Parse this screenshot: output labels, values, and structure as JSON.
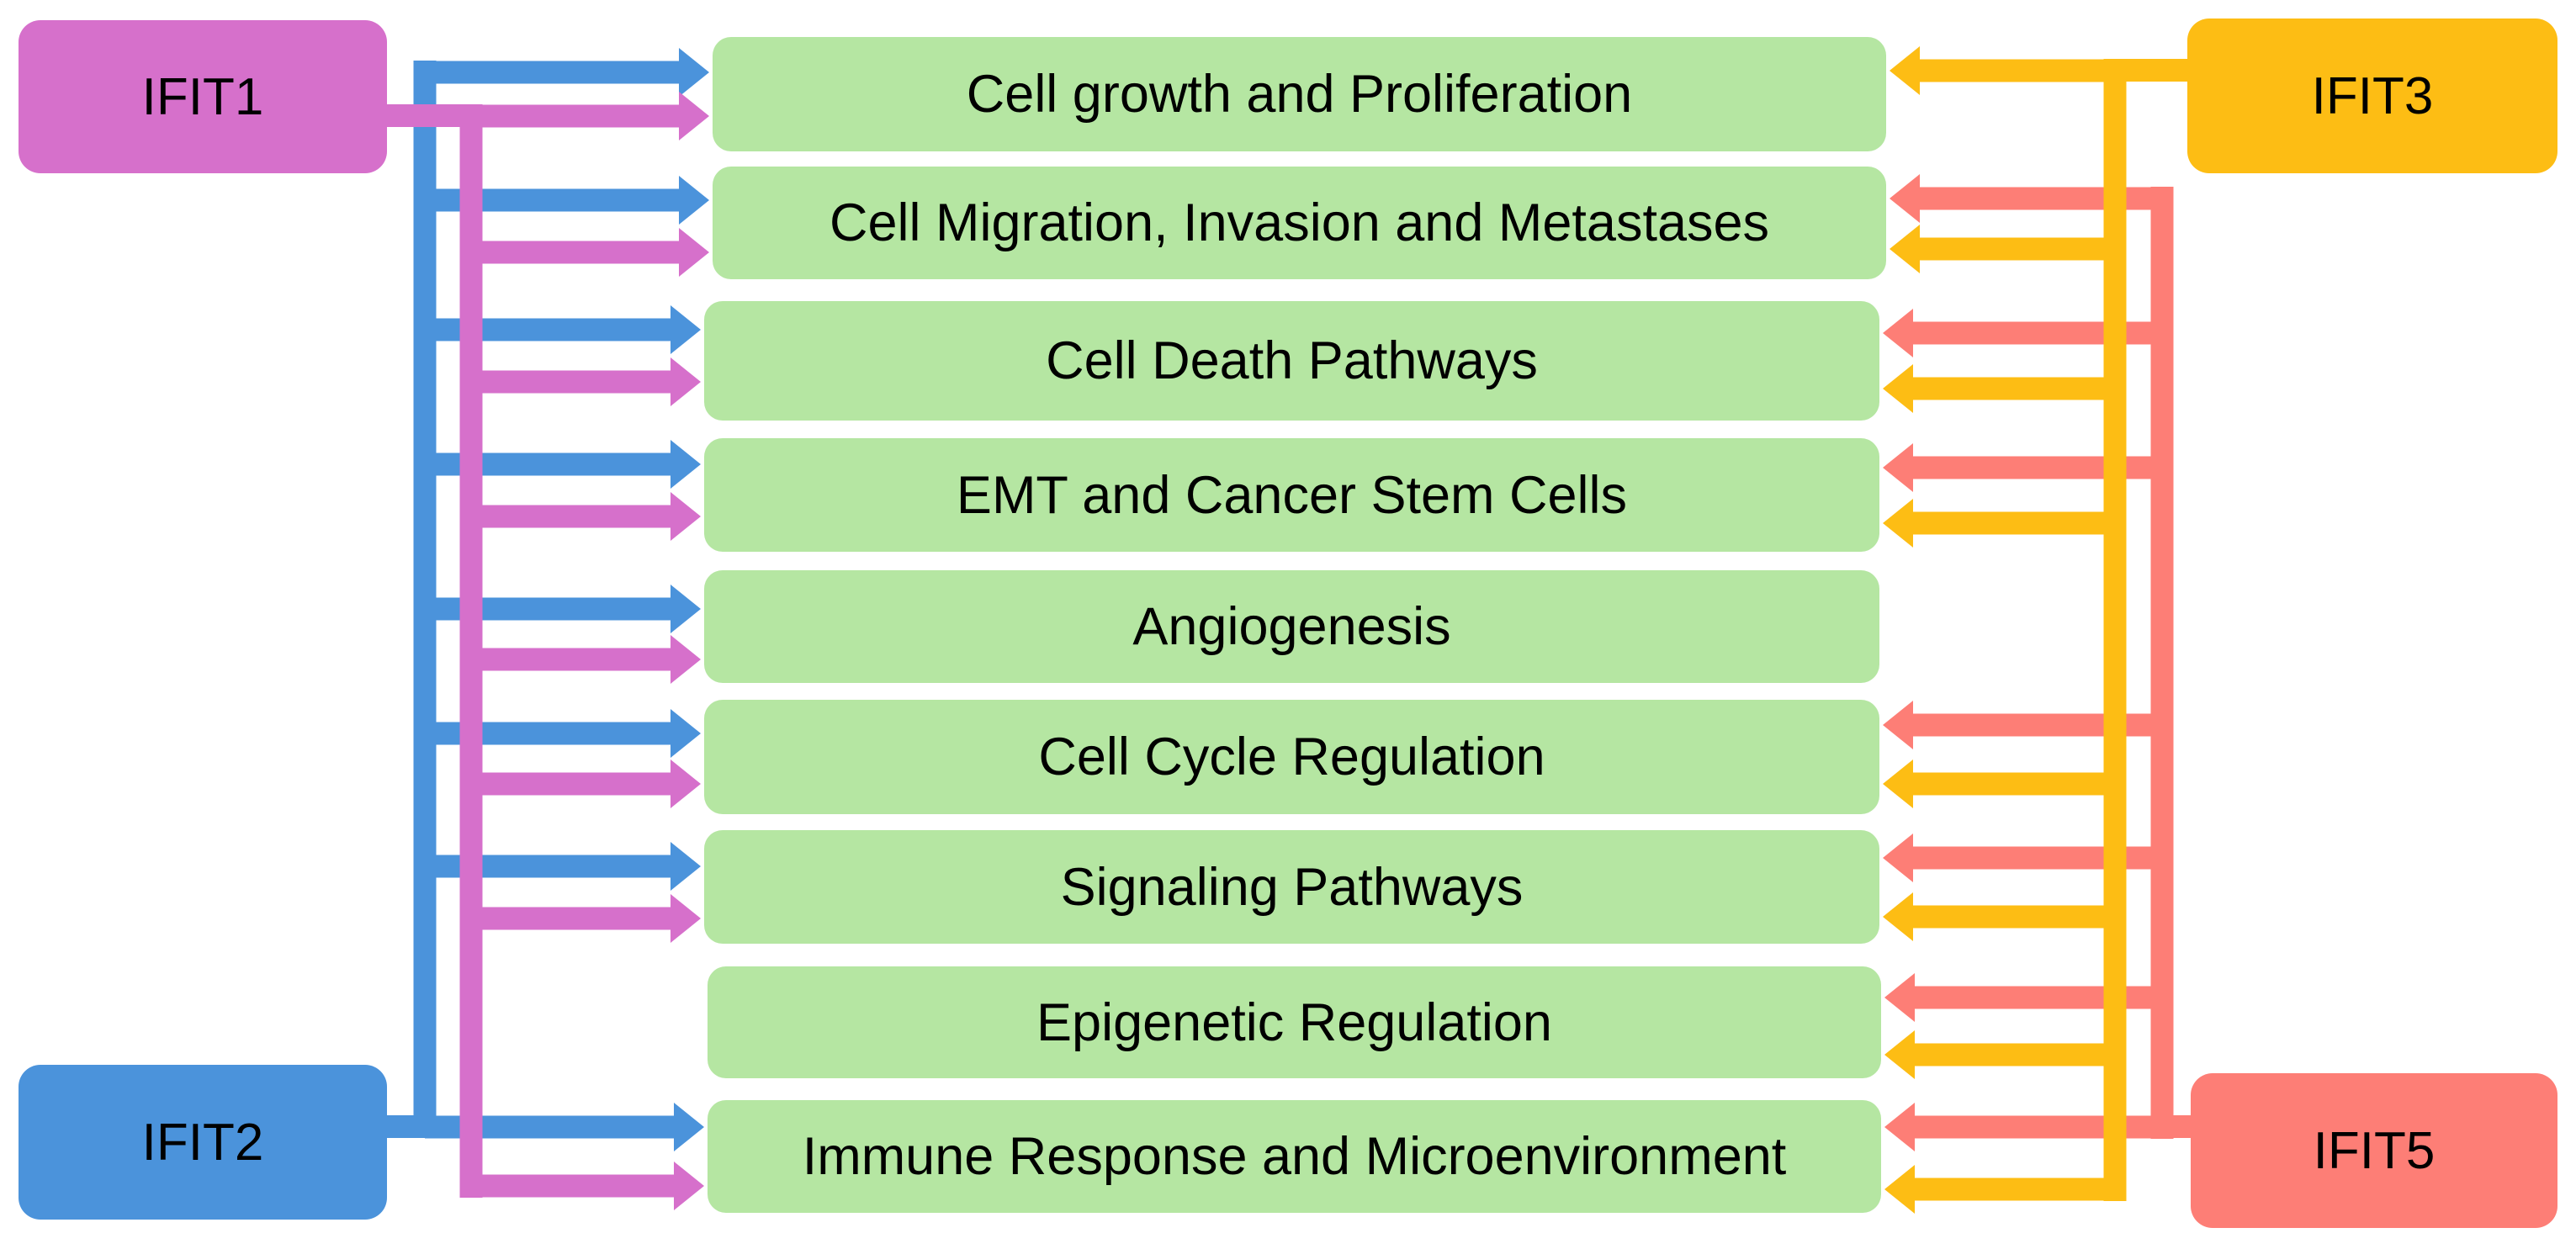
{
  "genes": {
    "ifit1": {
      "label": "IFIT1",
      "color": "#d670cb"
    },
    "ifit2": {
      "label": "IFIT2",
      "color": "#4b93db"
    },
    "ifit3": {
      "label": "IFIT3",
      "color": "#fdbd14"
    },
    "ifit5": {
      "label": "IFIT5",
      "color": "#fd7e76"
    }
  },
  "processes": [
    {
      "label": "Cell growth and Proliferation",
      "targeted_by": [
        "IFIT1",
        "IFIT2",
        "IFIT3"
      ]
    },
    {
      "label": "Cell Migration, Invasion and Metastases",
      "targeted_by": [
        "IFIT1",
        "IFIT2",
        "IFIT3",
        "IFIT5"
      ]
    },
    {
      "label": "Cell Death Pathways",
      "targeted_by": [
        "IFIT1",
        "IFIT2",
        "IFIT3",
        "IFIT5"
      ]
    },
    {
      "label": "EMT and Cancer Stem Cells",
      "targeted_by": [
        "IFIT1",
        "IFIT2",
        "IFIT3",
        "IFIT5"
      ]
    },
    {
      "label": "Angiogenesis",
      "targeted_by": [
        "IFIT1",
        "IFIT2"
      ]
    },
    {
      "label": "Cell Cycle Regulation",
      "targeted_by": [
        "IFIT1",
        "IFIT2",
        "IFIT3",
        "IFIT5"
      ]
    },
    {
      "label": "Signaling Pathways",
      "targeted_by": [
        "IFIT1",
        "IFIT2",
        "IFIT3",
        "IFIT5"
      ]
    },
    {
      "label": "Epigenetic Regulation",
      "targeted_by": [
        "IFIT3",
        "IFIT5"
      ]
    },
    {
      "label": "Immune Response and  Microenvironment",
      "targeted_by": [
        "IFIT1",
        "IFIT2",
        "IFIT3",
        "IFIT5"
      ]
    }
  ],
  "colors": {
    "process_fill": "#b5e6a2",
    "background": "#ffffff"
  }
}
